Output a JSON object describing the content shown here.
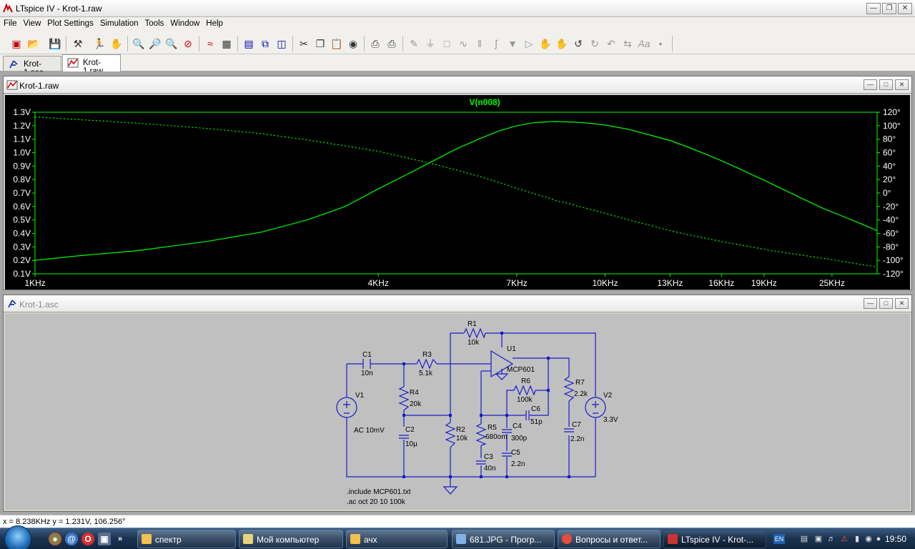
{
  "window": {
    "title": "LTspice IV - Krot-1.raw"
  },
  "menu": [
    "File",
    "View",
    "Plot Settings",
    "Simulation",
    "Tools",
    "Window",
    "Help"
  ],
  "toolbar_icons": [
    "new-schematic",
    "open",
    "save",
    "control-panel",
    "run",
    "halt",
    "zoom-in",
    "zoom-pan",
    "zoom-out",
    "zoom-cancel",
    "autorange",
    "visible-traces",
    "tile-horizontal",
    "cascade",
    "tile-vertical",
    "cut",
    "copy",
    "paste",
    "find",
    "print-setup",
    "print",
    "wire",
    "ground",
    "label-net",
    "resistor",
    "capacitor",
    "inductor",
    "diode",
    "component",
    "move",
    "drag",
    "undo",
    "redo",
    "rotate",
    "mirror",
    "text",
    "spice-directive"
  ],
  "tabs": [
    {
      "label": "Krot-1.asc"
    },
    {
      "label": "Krot-1.raw",
      "active": true
    }
  ],
  "wave_window": {
    "title": "Krot-1.raw"
  },
  "schematic_window": {
    "title": "Krot-1.asc"
  },
  "chart_data": {
    "type": "line",
    "title": "V(n008)",
    "x_scale": "log",
    "x_ticks": [
      "1KHz",
      "4KHz",
      "7KHz",
      "10KHz",
      "13KHz",
      "16KHz",
      "19KHz",
      "25KHz"
    ],
    "x_tick_values": [
      1000,
      4000,
      7000,
      10000,
      13000,
      16000,
      19000,
      25000
    ],
    "xlim": [
      1000,
      30000
    ],
    "y_left_ticks": [
      "1.3V",
      "1.2V",
      "1.1V",
      "1.0V",
      "0.9V",
      "0.8V",
      "0.7V",
      "0.6V",
      "0.5V",
      "0.4V",
      "0.3V",
      "0.2V",
      "0.1V"
    ],
    "ylim_left": [
      0.1,
      1.3
    ],
    "y_right_ticks": [
      "120°",
      "100°",
      "80°",
      "60°",
      "40°",
      "20°",
      "0°",
      "-20°",
      "-40°",
      "-60°",
      "-80°",
      "-100°",
      "-120°"
    ],
    "ylim_right": [
      -120,
      120
    ],
    "series": [
      {
        "color": "#00ff00",
        "style": "solid",
        "axis": "left",
        "x": [
          1000,
          1200,
          1500,
          2000,
          2500,
          3000,
          3500,
          4000,
          4500,
          5000,
          5500,
          6000,
          6500,
          7000,
          7500,
          8000,
          8238,
          8500,
          9000,
          9500,
          10000,
          11000,
          12000,
          13000,
          14000,
          15000,
          16000,
          17000,
          18000,
          19000,
          20000,
          22000,
          24000,
          26000,
          28000,
          30000
        ],
        "y": [
          0.2,
          0.235,
          0.27,
          0.34,
          0.41,
          0.5,
          0.6,
          0.73,
          0.84,
          0.94,
          1.03,
          1.1,
          1.16,
          1.2,
          1.222,
          1.23,
          1.231,
          1.229,
          1.225,
          1.216,
          1.205,
          1.173,
          1.13,
          1.09,
          1.04,
          0.99,
          0.94,
          0.89,
          0.84,
          0.795,
          0.75,
          0.665,
          0.59,
          0.53,
          0.475,
          0.42
        ]
      },
      {
        "color": "#00ff00",
        "style": "dotted",
        "axis": "right",
        "x": [
          1000,
          1500,
          2000,
          2500,
          3000,
          3500,
          4000,
          4500,
          5000,
          5500,
          6000,
          6500,
          7000,
          7500,
          8000,
          8238,
          8500,
          9000,
          10000,
          11000,
          12000,
          13000,
          14000,
          16000,
          18000,
          20000,
          22000,
          25000,
          28000,
          30000
        ],
        "y": [
          113,
          104,
          96,
          88,
          79,
          70,
          62,
          52,
          43,
          34,
          25,
          16,
          7,
          -1,
          -8,
          -12,
          -14,
          -20,
          -30,
          -40,
          -48,
          -56,
          -62,
          -72,
          -80,
          -87,
          -92,
          -99,
          -106,
          -110
        ]
      }
    ]
  },
  "schematic": {
    "components": [
      {
        "ref": "R1",
        "value": "10k"
      },
      {
        "ref": "C1",
        "value": "10n"
      },
      {
        "ref": "R3",
        "value": "5.1k"
      },
      {
        "ref": "U1",
        "value": "MCP601"
      },
      {
        "ref": "R6",
        "value": "100k"
      },
      {
        "ref": "R7",
        "value": "2.2k"
      },
      {
        "ref": "V1",
        "value": "AC 10mV"
      },
      {
        "ref": "R4",
        "value": "20k"
      },
      {
        "ref": "C6",
        "value": "51p"
      },
      {
        "ref": "V2",
        "value": "3.3V"
      },
      {
        "ref": "C2",
        "value": "10µ"
      },
      {
        "ref": "R2",
        "value": "10k"
      },
      {
        "ref": "R5",
        "value": "680om"
      },
      {
        "ref": "C4",
        "value": "300p"
      },
      {
        "ref": "C7",
        "value": "2.2n"
      },
      {
        "ref": "C5",
        "value": "2.2n"
      },
      {
        "ref": "C3",
        "value": "40n"
      }
    ],
    "directives": [
      ".include MCP601.txt",
      ".ac oct 20 10 100k"
    ]
  },
  "status": {
    "text": "x = 8.238KHz    y = 1.231V, 106.256°"
  },
  "taskbar": {
    "buttons": [
      {
        "label": "спектр",
        "color": "#f2c14e"
      },
      {
        "label": "Мой компьютер",
        "color": "#e8d27a"
      },
      {
        "label": "ачх",
        "color": "#f2c14e"
      },
      {
        "label": "681.JPG - Прогр...",
        "color": "#7fb2e6"
      },
      {
        "label": "Вопросы и ответ...",
        "color": "#e74c3c"
      },
      {
        "label": "LTspice IV - Krot-...",
        "color": "#cc3333",
        "active": true
      }
    ],
    "lang": "EN",
    "clock": "19:50"
  },
  "colors": {
    "trace": "#00ff00",
    "plot_bg": "#000000",
    "schematic_bg": "#c0c0c0",
    "wire": "#0000aa"
  }
}
